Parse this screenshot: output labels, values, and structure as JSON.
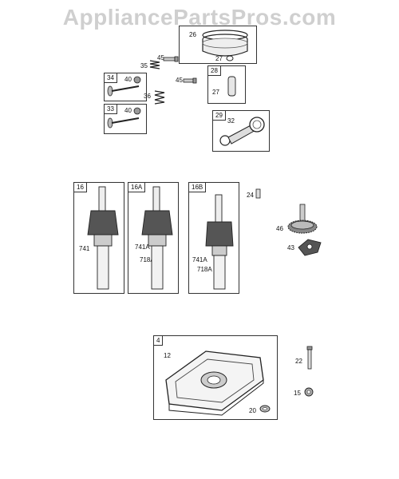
{
  "watermark": "AppliancePartsPros.com",
  "colors": {
    "line": "#222222",
    "shade": "#9a9a9a",
    "light": "#d8d8d8"
  },
  "parts": {
    "piston": {
      "box": "26",
      "ring": "27"
    },
    "valve_spring_45a": "45",
    "valve_spring_35": "35",
    "valve_45b": "45",
    "valve_box_34": {
      "tag": "34",
      "keeper": "40"
    },
    "valve_box_33": {
      "tag": "33",
      "keeper": "40"
    },
    "spring_36": "36",
    "pin_box_28": {
      "tag": "28",
      "clip": "27"
    },
    "rod_box_29": {
      "tag": "29",
      "bolt": "32"
    },
    "crank_16": {
      "tag": "16",
      "label": "741"
    },
    "crank_16a": {
      "tag": "16A",
      "label1": "741A",
      "label2": "718A"
    },
    "crank_16b": {
      "tag": "16B",
      "label1": "741A",
      "label2": "718A"
    },
    "key_24": "24",
    "gear_46": "46",
    "gov_43": "43",
    "sump_box": {
      "tag": "4",
      "label": "12"
    },
    "bolt_22": "22",
    "seal_15": "15",
    "washer_20": "20"
  }
}
